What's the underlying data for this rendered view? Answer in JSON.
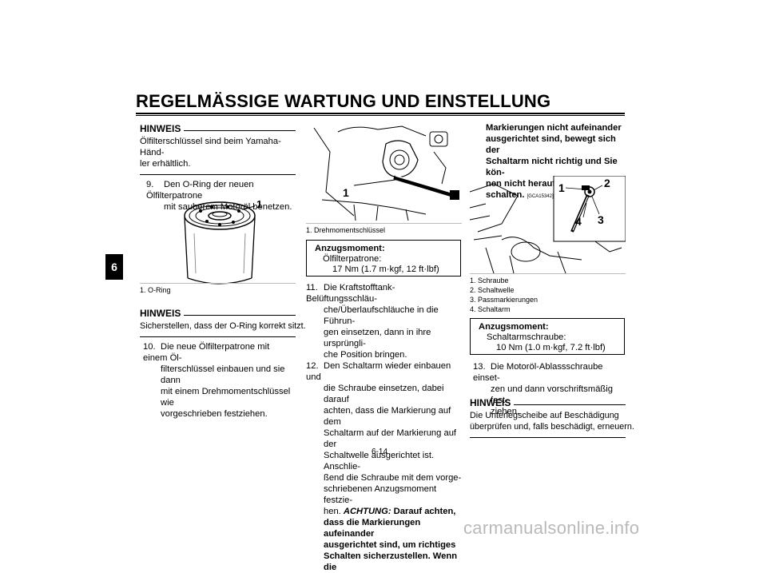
{
  "header": {
    "title": "REGELMÄSSIGE WARTUNG UND EINSTELLUNG",
    "chapter": "6"
  },
  "left": {
    "note1": {
      "heading": "HINWEIS",
      "text": [
        "Ölfilterschlüssel sind beim Yamaha-Händ-",
        "ler erhältlich."
      ]
    },
    "step9": {
      "num": "9.",
      "lines": [
        "Den O-Ring der neuen Ölfilterpatrone",
        "mit sauberem Motoröl benetzen."
      ]
    },
    "figure": {
      "callout": "1",
      "caption": "1. O-Ring"
    },
    "note2": {
      "heading": "HINWEIS",
      "text": "Sicherstellen, dass der O-Ring korrekt sitzt."
    },
    "step10": {
      "num": "10.",
      "lines": [
        "Die neue Ölfilterpatrone mit einem Öl-",
        "filterschlüssel einbauen und sie dann",
        "mit einem Drehmomentschlüssel wie",
        "vorgeschrieben festziehen."
      ]
    }
  },
  "middle": {
    "figure": {
      "callout": "1",
      "caption": "1. Drehmomentschlüssel"
    },
    "torque": {
      "label": "Anzugsmoment:",
      "item": "Ölfilterpatrone:",
      "value": "17 Nm (1.7 m·kgf, 12 ft·lbf)"
    },
    "step11": {
      "num": "11.",
      "lines": [
        "Die Kraftstofftank-Belüftungsschläu-",
        "che/Überlaufschläuche in die Führun-",
        "gen einsetzen, dann in ihre ursprüngli-",
        "che Position bringen."
      ]
    },
    "step12": {
      "num": "12.",
      "lines": [
        "Den Schaltarm wieder einbauen und",
        "die Schraube einsetzen, dabei darauf",
        "achten, dass die Markierung auf dem",
        "Schaltarm auf der Markierung auf der",
        "Schaltwelle ausgerichtet ist. Anschlie-",
        "ßend die Schraube mit dem vorge-",
        "schriebenen Anzugsmoment festzie-"
      ],
      "last_plain": "hen. ",
      "caution_label": "ACHTUNG:",
      "caution_first": " Darauf achten,",
      "caution_lines": [
        "dass die Markierungen aufeinander",
        "ausgerichtet sind, um richtiges",
        "Schalten sicherzustellen. Wenn die"
      ]
    }
  },
  "right": {
    "caution_cont": [
      "Markierungen nicht aufeinander",
      "ausgerichtet sind, bewegt sich der",
      "Schaltarm nicht richtig und Sie kön-",
      "nen nicht herauf- bzw. herunter-"
    ],
    "caution_end": "schalten.",
    "caution_code": "[GCA15342]",
    "figure": {
      "callouts": [
        "1",
        "2",
        "3",
        "4"
      ],
      "captions": [
        "1. Schraube",
        "2. Schaltwelle",
        "3. Passmarkierungen",
        "4. Schaltarm"
      ]
    },
    "torque": {
      "label": "Anzugsmoment:",
      "item": "Schaltarmschraube:",
      "value": "10 Nm (1.0 m·kgf, 7.2 ft·lbf)"
    },
    "step13": {
      "num": "13.",
      "lines": [
        "Die Motoröl-Ablassschraube einset-",
        "zen und dann vorschriftsmäßig fest-",
        "ziehen."
      ]
    },
    "note3": {
      "heading": "HINWEIS",
      "text": [
        "Die Unterlegscheibe auf Beschädigung",
        "überprüfen und, falls beschädigt, erneuern."
      ]
    }
  },
  "footer": {
    "page": "6-14",
    "watermark": "carmanualsonline.info"
  }
}
